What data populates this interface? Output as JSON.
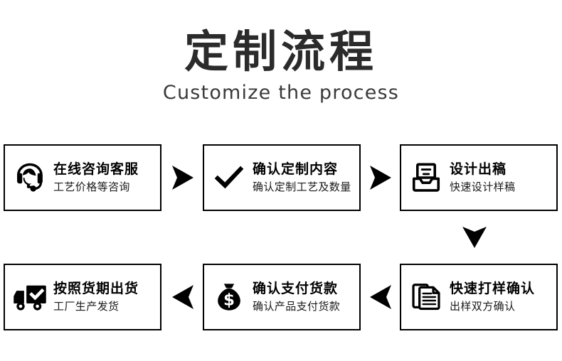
{
  "header": {
    "title_cn": "定制流程",
    "title_en": "Customize the process"
  },
  "flow": {
    "steps": [
      {
        "id": "step-1",
        "icon": "headset-support-icon",
        "title": "在线咨询客服",
        "subtitle": "工艺价格等咨询"
      },
      {
        "id": "step-2",
        "icon": "checkmark-icon",
        "title": "确认定制内容",
        "subtitle": "确认定制工艺及数量"
      },
      {
        "id": "step-3",
        "icon": "inbox-tray-icon",
        "title": "设计出稿",
        "subtitle": "快速设计样稿"
      },
      {
        "id": "step-4",
        "icon": "documents-icon",
        "title": "快速打样确认",
        "subtitle": "出样双方确认"
      },
      {
        "id": "step-5",
        "icon": "money-bag-icon",
        "title": "确认支付货款",
        "subtitle": "确认产品支付货款"
      },
      {
        "id": "step-6",
        "icon": "delivery-truck-check-icon",
        "title": "按照货期出货",
        "subtitle": "工厂生产发货"
      }
    ],
    "arrows": [
      {
        "id": "arrow-1",
        "direction": "right"
      },
      {
        "id": "arrow-2",
        "direction": "right"
      },
      {
        "id": "arrow-3",
        "direction": "down"
      },
      {
        "id": "arrow-4",
        "direction": "left"
      },
      {
        "id": "arrow-5",
        "direction": "left"
      }
    ]
  },
  "colors": {
    "background": "#ffffff",
    "ink": "#000000",
    "title": "#2b2b2b",
    "subtitle": "#3a3a3a"
  }
}
